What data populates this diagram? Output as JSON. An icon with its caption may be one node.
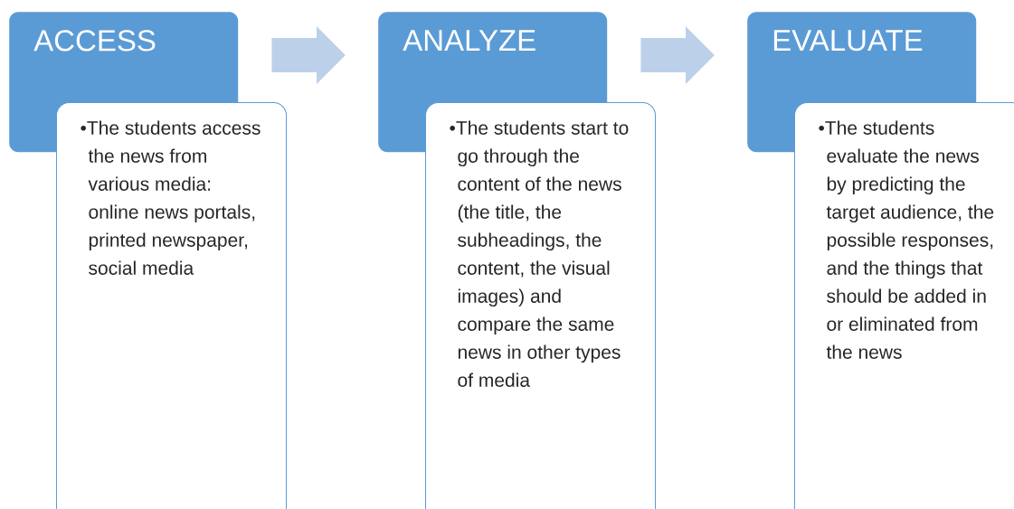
{
  "diagram": {
    "nodes": [
      {
        "text": [
          "ACCESS"
        ]
      },
      {
        "text": [
          "•The students access the news from various media: online news portals, printed newspaper, social media"
        ]
      },
      {
        "text": [
          "ANALYZE"
        ]
      },
      {
        "text": [
          "•The students start to go through the content of the news (the title, the subheadings, the content, the visual images) and compare the same news in other types of media"
        ]
      },
      {
        "text": [
          "EVALUATE"
        ]
      },
      {
        "text": [
          "•The students evaluate the news by predicting the target audience, the possible responses, and the things that should be added in or eliminated from the news"
        ]
      }
    ],
    "edges": [
      {
        "from": 0,
        "to": 2,
        "arrow": "to"
      },
      {
        "from": 2,
        "to": 4,
        "arrow": "to"
      }
    ]
  }
}
